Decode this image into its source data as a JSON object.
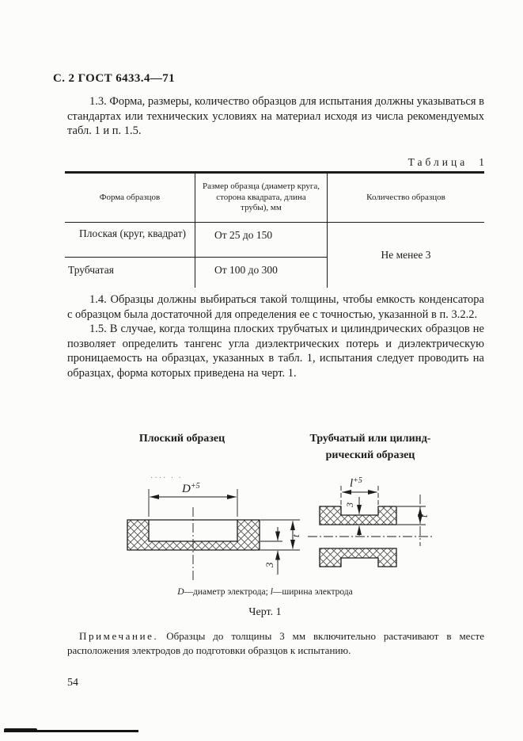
{
  "page": {
    "header": "С. 2 ГОСТ 6433.4—71",
    "page_number": "54"
  },
  "paragraphs": {
    "p13": "1.3. Форма, размеры, количество образцов для испытания должны указываться в стандартах или технических условиях на материал исходя из числа рекомендуемых табл. 1 и п. 1.5.",
    "p14": "1.4. Образцы должны выбираться такой толщины, чтобы емкость конденсатора с образцом была достаточной для определения ее с точностью, указанной в п. 3.2.2.",
    "p15": "1.5. В случае, когда толщина плоских трубчатых и цилиндрических образцов не позволяет определить тангенс угла диэлектрических потерь и диэлектрическую проницаемость на образцах, указанных в табл. 1, испытания следует проводить на образцах, форма которых приведена на черт. 1."
  },
  "table": {
    "label": "Таблица",
    "number": "1",
    "headers": [
      "Форма образцов",
      "Размер образца (диаметр круга, сторона квадрата, длина трубы), мм",
      "Количество образцов"
    ],
    "rows": [
      {
        "form": "Плоская (круг, квадрат)",
        "size": "От  25 до 150"
      },
      {
        "form": "Трубчатая",
        "size": "От 100 до 300"
      }
    ],
    "quantity": "Не менее 3"
  },
  "figure": {
    "left_label": "Плоский образец",
    "right_label_line1": "Трубчатый или цилинд-",
    "right_label_line2": "рический образец",
    "dims": {
      "d_base": "D",
      "d_sup": "+5",
      "l_base": "l",
      "l_sup": "+5",
      "t": "t",
      "three": "3"
    },
    "caption": {
      "d_var": "D",
      "d_text": "—диаметр электрода; ",
      "l_var": "l",
      "l_text": "—ширина электрода"
    },
    "number": "Черт. 1"
  },
  "note": {
    "label": "Примечание.",
    "text": " Образцы до толщины 3 мм включительно растачивают в месте расположения электродов до подготовки образцов к испытанию."
  }
}
